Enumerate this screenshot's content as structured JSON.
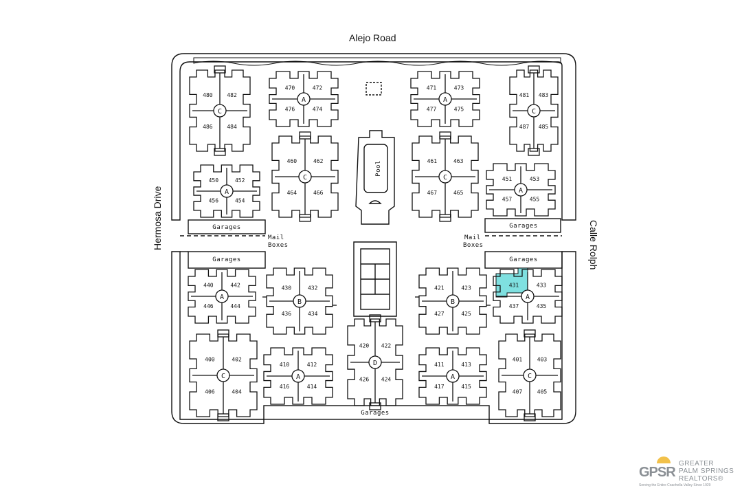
{
  "roads": {
    "top": "Alejo Road",
    "left": "Hermosa Drive",
    "right": "Calle Rolph"
  },
  "areas": {
    "pool": "Pool",
    "garages": "Garages",
    "mail": "Mail",
    "boxes": "Boxes"
  },
  "highlight": {
    "unit": "431",
    "color": "#7fe0e0"
  },
  "buildings": [
    {
      "id": "b1",
      "type": "C",
      "units": [
        "480",
        "482",
        "486",
        "484"
      ]
    },
    {
      "id": "b2",
      "type": "A",
      "units": [
        "470",
        "472",
        "476",
        "474"
      ]
    },
    {
      "id": "b3",
      "type": "A",
      "units": [
        "471",
        "473",
        "477",
        "475"
      ]
    },
    {
      "id": "b4",
      "type": "C",
      "units": [
        "481",
        "483",
        "487",
        "485"
      ]
    },
    {
      "id": "b5",
      "type": "C",
      "units": [
        "460",
        "462",
        "464",
        "466"
      ]
    },
    {
      "id": "b6",
      "type": "C",
      "units": [
        "461",
        "463",
        "467",
        "465"
      ]
    },
    {
      "id": "b7",
      "type": "A",
      "units": [
        "450",
        "452",
        "456",
        "454"
      ]
    },
    {
      "id": "b8",
      "type": "A",
      "units": [
        "451",
        "453",
        "457",
        "455"
      ]
    },
    {
      "id": "b9",
      "type": "A",
      "units": [
        "440",
        "442",
        "446",
        "444"
      ]
    },
    {
      "id": "b10",
      "type": "B",
      "units": [
        "430",
        "432",
        "436",
        "434"
      ]
    },
    {
      "id": "b11",
      "type": "B",
      "units": [
        "421",
        "423",
        "427",
        "425"
      ]
    },
    {
      "id": "b12",
      "type": "A",
      "units": [
        "431",
        "433",
        "437",
        "435"
      ]
    },
    {
      "id": "b13",
      "type": "D",
      "units": [
        "420",
        "422",
        "426",
        "424"
      ]
    },
    {
      "id": "b14",
      "type": "C",
      "units": [
        "400",
        "402",
        "406",
        "404"
      ]
    },
    {
      "id": "b15",
      "type": "A",
      "units": [
        "410",
        "412",
        "416",
        "414"
      ]
    },
    {
      "id": "b16",
      "type": "A",
      "units": [
        "411",
        "413",
        "417",
        "415"
      ]
    },
    {
      "id": "b17",
      "type": "C",
      "units": [
        "401",
        "403",
        "407",
        "405"
      ]
    }
  ],
  "logo": {
    "mark": "GPSR",
    "line1": "GREATER",
    "line2": "PALM SPRINGS",
    "line3": "REALTORS®",
    "tagline": "Serving the Entire Coachella Valley Since 1929"
  }
}
